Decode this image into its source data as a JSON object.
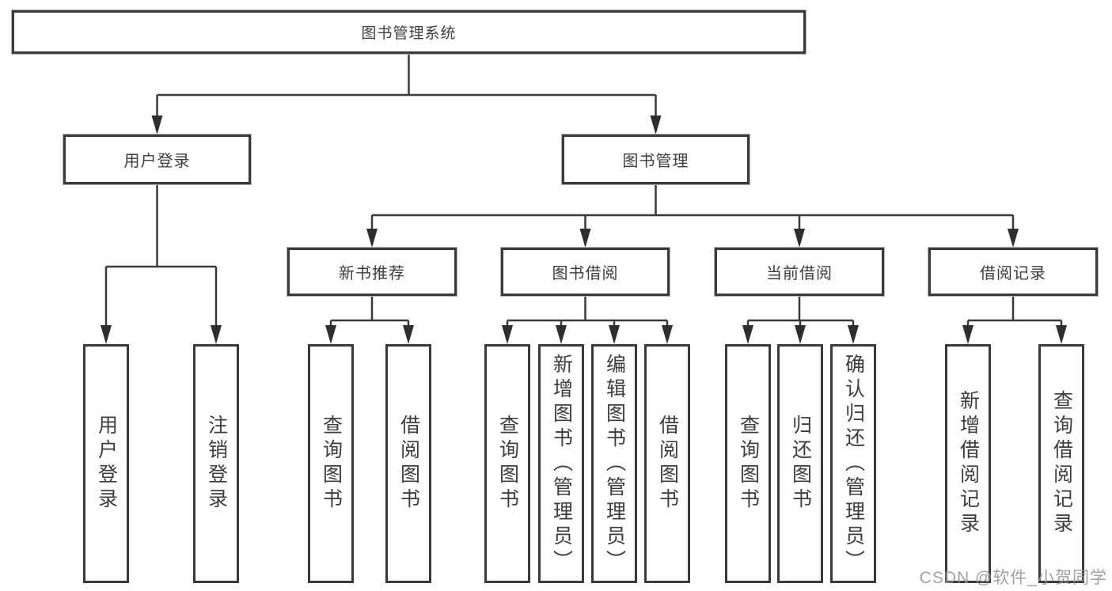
{
  "diagram": {
    "root": {
      "label": "图书管理系统"
    },
    "branches": [
      {
        "label": "用户登录",
        "leaves": [
          "用户登录",
          "注销登录"
        ]
      },
      {
        "label": "图书管理",
        "children": [
          {
            "label": "新书推荐",
            "leaves": [
              "查询图书",
              "借阅图书"
            ]
          },
          {
            "label": "图书借阅",
            "leaves": [
              "查询图书",
              "新增图书（管理员）",
              "编辑图书（管理员）",
              "借阅图书"
            ]
          },
          {
            "label": "当前借阅",
            "leaves": [
              "查询图书",
              "归还图书",
              "确认归还（管理员）"
            ]
          },
          {
            "label": "借阅记录",
            "leaves": [
              "新增借阅记录",
              "查询借阅记录"
            ]
          }
        ]
      }
    ]
  },
  "watermark": "CSDN @软件_小贺同学",
  "colors": {
    "line": "#3a3a3a",
    "box_border": "#3a3a3a",
    "text": "#3d3d3d",
    "watermark": "#949494",
    "background": "#ffffff"
  }
}
